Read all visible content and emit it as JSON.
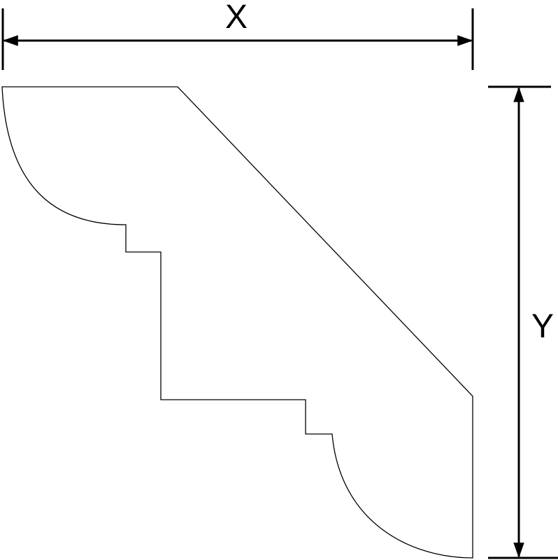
{
  "diagram": {
    "type": "crown-molding-profile",
    "labels": {
      "width": "X",
      "height": "Y"
    },
    "colors": {
      "line": "#000000",
      "background": "#ffffff"
    }
  }
}
